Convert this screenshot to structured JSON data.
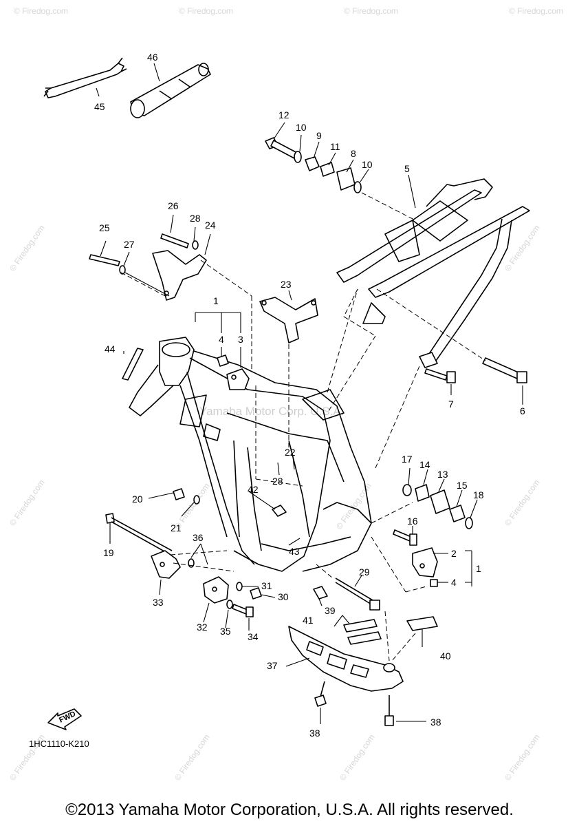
{
  "diagram": {
    "drawing_code": "1HC1110-K210",
    "fwd_label": "FWD",
    "copyright": "©2013 Yamaha Motor Corporation, U.S.A. All rights reserved.",
    "center_watermark": "Yamaha Motor Corp. U.S.A.",
    "watermark_text": "© Firedog.com",
    "callouts": {
      "c1a": "1",
      "c1b": "1",
      "c2": "2",
      "c3": "3",
      "c4a": "4",
      "c4b": "4",
      "c5": "5",
      "c6": "6",
      "c7": "7",
      "c8": "8",
      "c9": "9",
      "c10a": "10",
      "c10b": "10",
      "c11": "11",
      "c12": "12",
      "c13": "13",
      "c14": "14",
      "c15": "15",
      "c16": "16",
      "c17": "17",
      "c18": "18",
      "c19": "19",
      "c20": "20",
      "c21": "21",
      "c22": "22",
      "c23": "23",
      "c24": "24",
      "c25": "25",
      "c26": "26",
      "c27": "27",
      "c28a": "28",
      "c28b": "28",
      "c29": "29",
      "c30": "30",
      "c31": "31",
      "c32": "32",
      "c33": "33",
      "c34": "34",
      "c35": "35",
      "c36": "36",
      "c37": "37",
      "c38a": "38",
      "c38b": "38",
      "c39": "39",
      "c40": "40",
      "c41": "41",
      "c42": "42",
      "c43": "43",
      "c44": "44",
      "c45": "45",
      "c46": "46"
    }
  }
}
